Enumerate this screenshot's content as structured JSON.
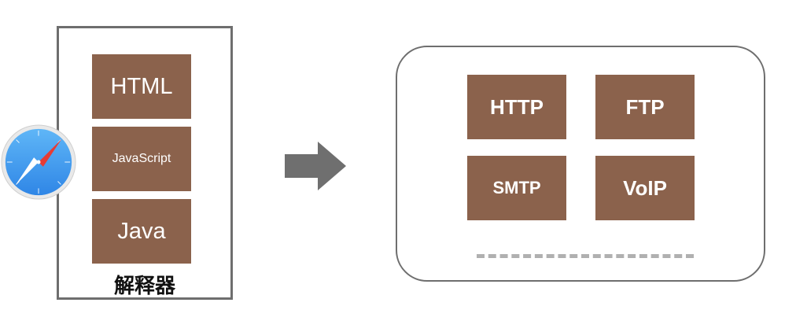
{
  "interpreter": {
    "technologies": [
      "HTML",
      "JavaScript",
      "Java"
    ],
    "label": "解释器"
  },
  "network": {
    "protocols": [
      "HTTP",
      "FTP",
      "SMTP",
      "VoIP"
    ]
  },
  "colors": {
    "block_fill": "#8b624c",
    "block_text": "#ffffff",
    "frame_border": "#6e6e6e",
    "arrow": "#6f6f6f",
    "compass_blue": "#3d9bf0",
    "needle_red": "#e63b35"
  },
  "icons": {
    "browser": "safari-compass-icon",
    "arrow": "right-arrow-icon"
  }
}
